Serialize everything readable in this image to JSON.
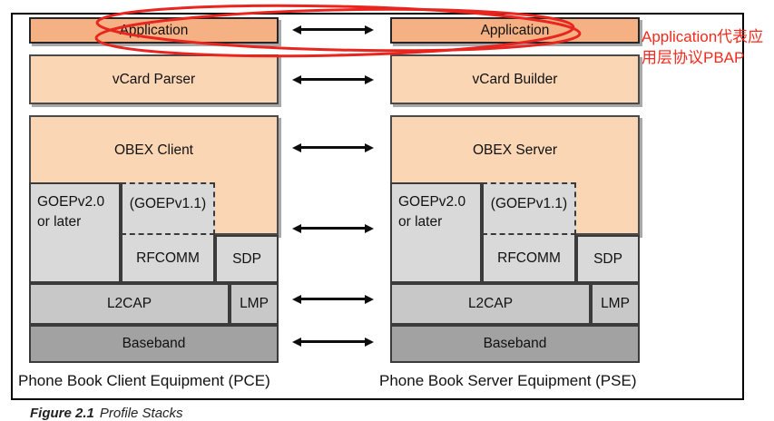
{
  "colors": {
    "app_fill": "#F5B183",
    "layer_fill": "#FBD6B5",
    "upper_gray": "#D9D9D9",
    "mid_gray": "#C8C8C8",
    "dark_gray": "#A2A2A2",
    "accent_red": "#F32A1E",
    "ellipse_red": "#E8251F"
  },
  "pce": {
    "application": "Application",
    "vcard": "vCard Parser",
    "obex": "OBEX Client",
    "goep2": "GOEPv2.0 or later",
    "goep1": "(GOEPv1.1)",
    "rfcomm": "RFCOMM",
    "sdp": "SDP",
    "l2cap": "L2CAP",
    "lmp": "LMP",
    "baseband": "Baseband",
    "label": "Phone Book Client Equipment (PCE)"
  },
  "pse": {
    "application": "Application",
    "vcard": "vCard Builder",
    "obex": "OBEX Server",
    "goep2": "GOEPv2.0 or later",
    "goep1": "(GOEPv1.1)",
    "rfcomm": "RFCOMM",
    "sdp": "SDP",
    "l2cap": "L2CAP",
    "lmp": "LMP",
    "baseband": "Baseband",
    "label": "Phone Book Server Equipment (PSE)"
  },
  "annotation": {
    "line1": "Application代表应",
    "line2": "用层协议PBAP"
  },
  "caption": {
    "label": "Figure 2.1",
    "title": "Profile Stacks"
  }
}
